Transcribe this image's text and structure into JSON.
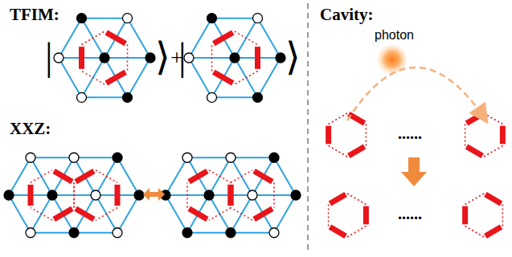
{
  "diagram": {
    "labels": [
      "TFIM:",
      "|",
      "⟩",
      "+",
      "|",
      "⟩",
      "XXZ:",
      "Cavity:",
      "photon",
      "......",
      "......"
    ]
  }
}
